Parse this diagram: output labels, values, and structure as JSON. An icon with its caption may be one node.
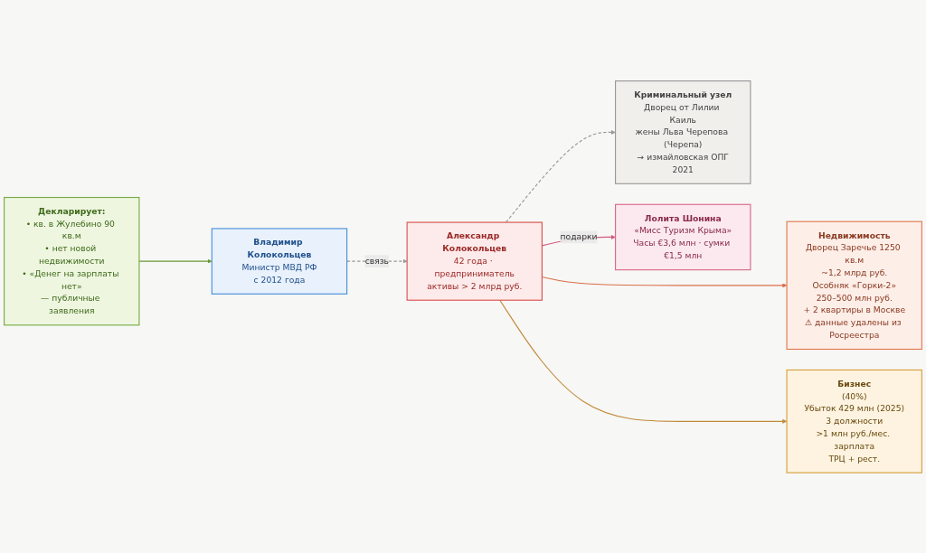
{
  "diagram": {
    "nodes": [
      {
        "text": [
          "Декларирует:",
          "• кв. в Жулебино 90 кв.м",
          "• нет новой недвижимости",
          "• «Денег на зарплаты нет»",
          "— публичные заявления"
        ]
      },
      {
        "text": [
          "Владимир Колокольцев",
          "Министр МВД РФ",
          "с 2012 года"
        ]
      },
      {
        "text": [
          "Александр Колокольцев",
          "42 года · предприниматель",
          "активы > 2 млрд руб."
        ]
      },
      {
        "text": [
          "Недвижимость",
          "Дворец Заречье 1250 кв.м",
          "~1,2 млрд руб.",
          "Особняк «Горки-2»",
          "250–500 млн руб.",
          "+ 2 квартиры в Москве",
          "⚠ данные удалены из Росреестра"
        ]
      },
      {
        "text": [
          "Бизнес",
          "(40%)",
          "Убыток 429 млн (2025)",
          "3 должности",
          ">1 млн руб./мес. зарплата",
          "ТРЦ + рест."
        ]
      },
      {
        "text": [
          "Криминальный узел",
          "Дворец от Лилии Каиль",
          "жены Льва Черепова (Черепа)",
          "→ измайловская ОПГ",
          "2021"
        ]
      },
      {
        "text": [
          "Лолита Шонина",
          "«Мисс Туризм Крыма»",
          "Часы €3,6 млн · сумки €1,5 млн"
        ]
      }
    ],
    "edges": [
      {
        "from": 0,
        "to": 1,
        "arrow": "to",
        "color": "#6a9a35"
      },
      {
        "from": 1,
        "to": 2,
        "arrow": "to",
        "label": "связь",
        "style": "dashed",
        "color": "#999999"
      },
      {
        "from": 2,
        "to": 3,
        "arrow": "to",
        "color": "#d9704a"
      },
      {
        "from": 2,
        "to": 4,
        "arrow": "to",
        "color": "#c08a3a"
      },
      {
        "from": 2,
        "to": 5,
        "arrow": "to",
        "style": "dashed",
        "color": "#999999"
      },
      {
        "from": 2,
        "to": 6,
        "arrow": "to",
        "label": "подарки",
        "color": "#d05a80"
      }
    ]
  }
}
